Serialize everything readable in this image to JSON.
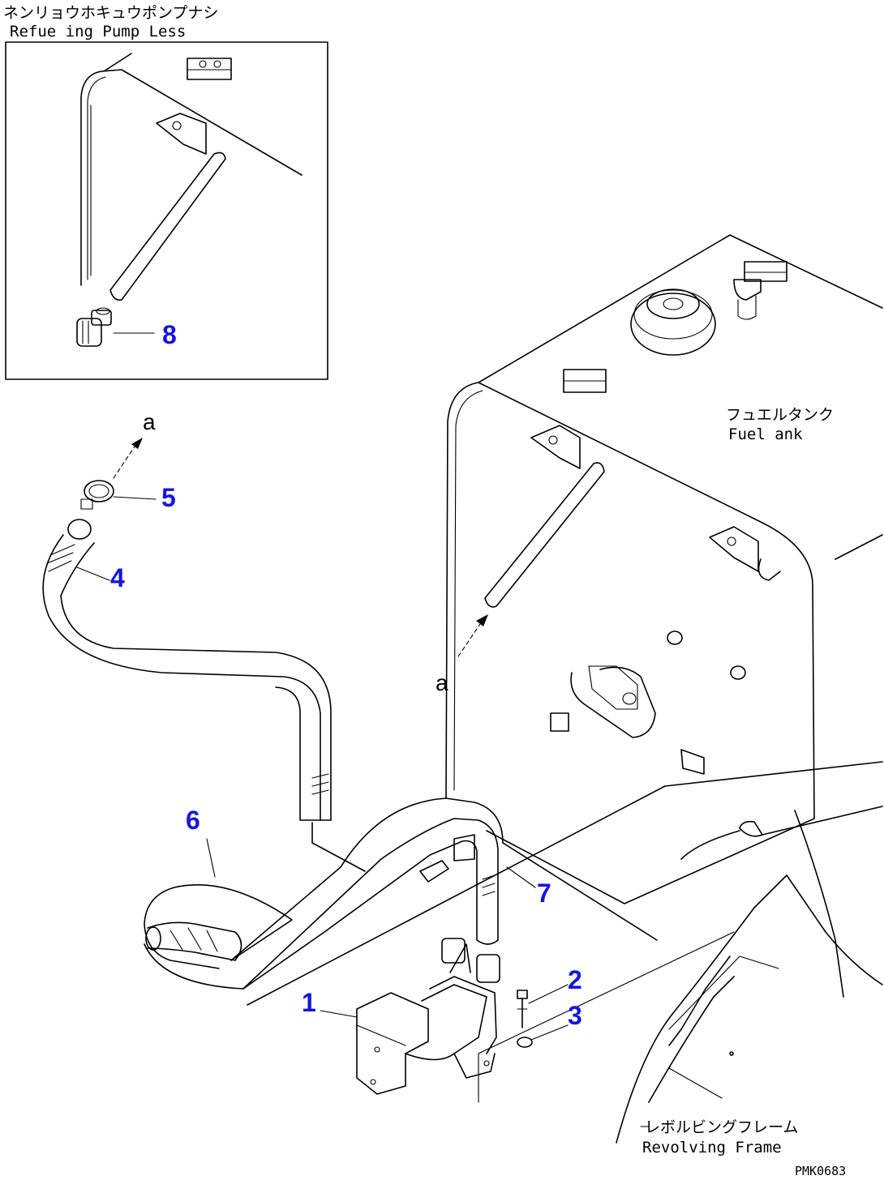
{
  "inset": {
    "title_jp": "ネンリョウホキュウポンプナシ",
    "title_en": "Refue ing Pump Less"
  },
  "labels": {
    "fuel_tank_jp": "フュエルタンク",
    "fuel_tank_en": "Fuel  ank",
    "frame_jp": "レボルビングフレーム",
    "frame_en": "Revolving Frame",
    "view_a_top": "a",
    "view_a_mid": "a",
    "drawing_code": "PMK0683"
  },
  "parts": [
    {
      "no": "1",
      "color": "#1515e0"
    },
    {
      "no": "2",
      "color": "#1515e0"
    },
    {
      "no": "3",
      "color": "#1515e0"
    },
    {
      "no": "4",
      "color": "#1515e0"
    },
    {
      "no": "5",
      "color": "#1515e0"
    },
    {
      "no": "6",
      "color": "#1515e0"
    },
    {
      "no": "7",
      "color": "#1515e0"
    },
    {
      "no": "8",
      "color": "#1515e0"
    }
  ]
}
